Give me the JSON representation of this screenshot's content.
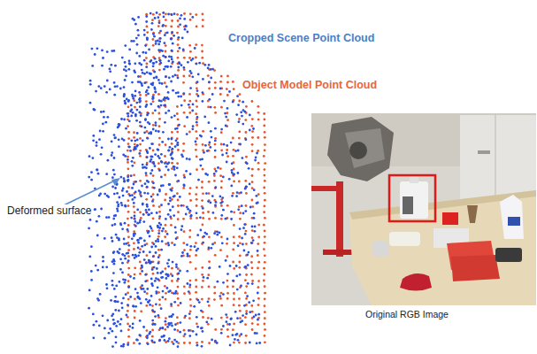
{
  "diagram": {
    "labels": [
      "Cropped Scene Point Cloud",
      "Object Model Point Cloud",
      "Deformed surface",
      "Original RGB Image"
    ]
  }
}
